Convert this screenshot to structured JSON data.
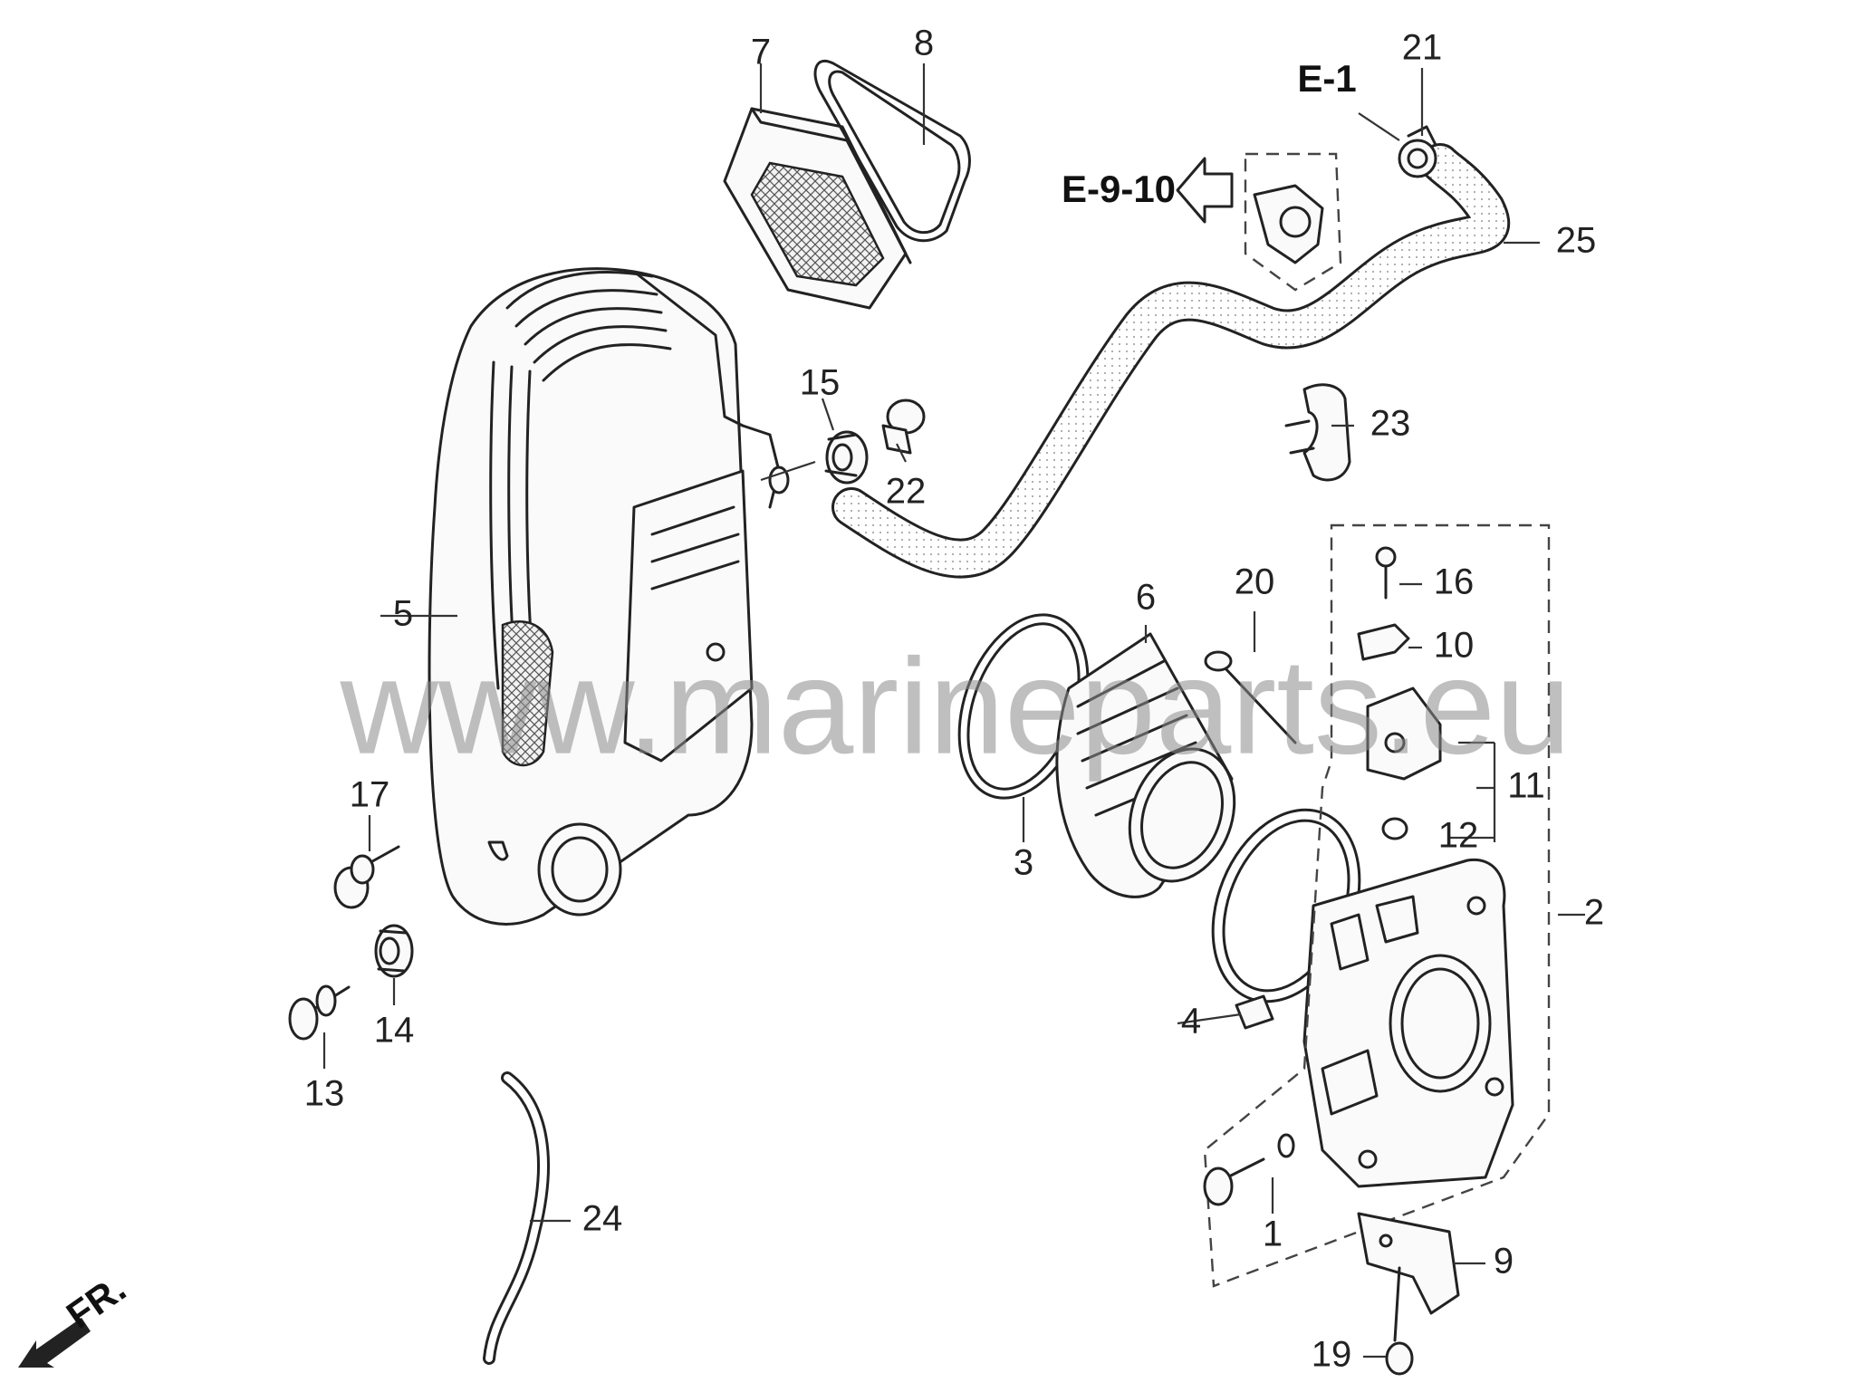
{
  "watermark": "www.marineparts.eu",
  "direction_label": "FR.",
  "references": {
    "e1": "E-1",
    "e910": "E-9-10"
  },
  "callouts": {
    "c1": "1",
    "c2": "2",
    "c3": "3",
    "c4": "4",
    "c5": "5",
    "c6": "6",
    "c7": "7",
    "c8": "8",
    "c9": "9",
    "c10": "10",
    "c11": "11",
    "c12": "12",
    "c13": "13",
    "c14": "14",
    "c15": "15",
    "c16": "16",
    "c17": "17",
    "c19": "19",
    "c20": "20",
    "c21": "21",
    "c22": "22",
    "c23": "23",
    "c24": "24",
    "c25": "25"
  }
}
